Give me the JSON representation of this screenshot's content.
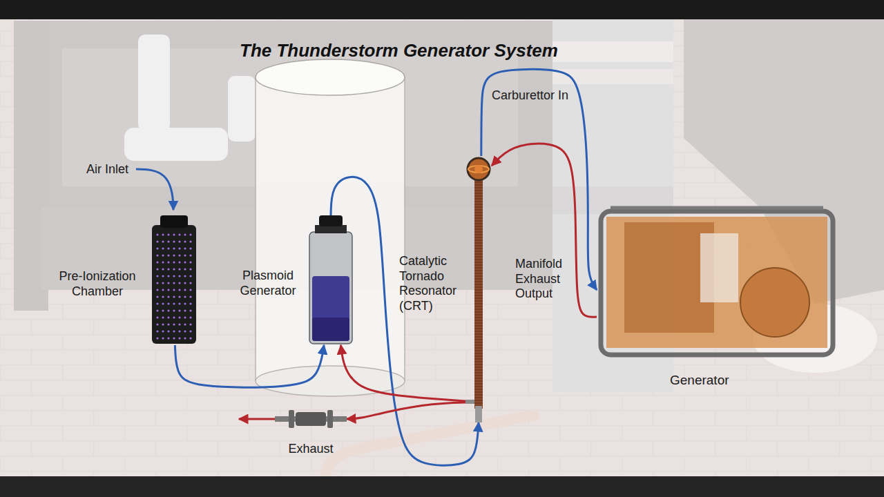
{
  "diagram": {
    "title": "The Thunderstorm Generator System",
    "nodes": [
      {
        "text": [
          "Pre-Ionization Chamber"
        ]
      },
      {
        "text": [
          "Plasmoid Generator"
        ]
      },
      {
        "text": [
          "Catalytic Tornado Resonator (CRT)"
        ]
      },
      {
        "text": [
          "Generator"
        ]
      },
      {
        "text": [
          "Exhaust"
        ]
      }
    ],
    "edges": [
      {
        "from": 0,
        "to": 1,
        "arrow": "to"
      },
      {
        "from": 1,
        "to": 2,
        "arrow": "to"
      },
      {
        "from": 2,
        "to": 3,
        "label": "Carburettor In",
        "arrow": "to"
      },
      {
        "from": 3,
        "to": 2,
        "label": "Manifold Exhaust Output",
        "arrow": "to"
      },
      {
        "from": 2,
        "to": 1,
        "arrow": "to"
      },
      {
        "from": 2,
        "to": 4,
        "arrow": "to"
      }
    ],
    "labels": [
      "Air Inlet"
    ]
  }
}
